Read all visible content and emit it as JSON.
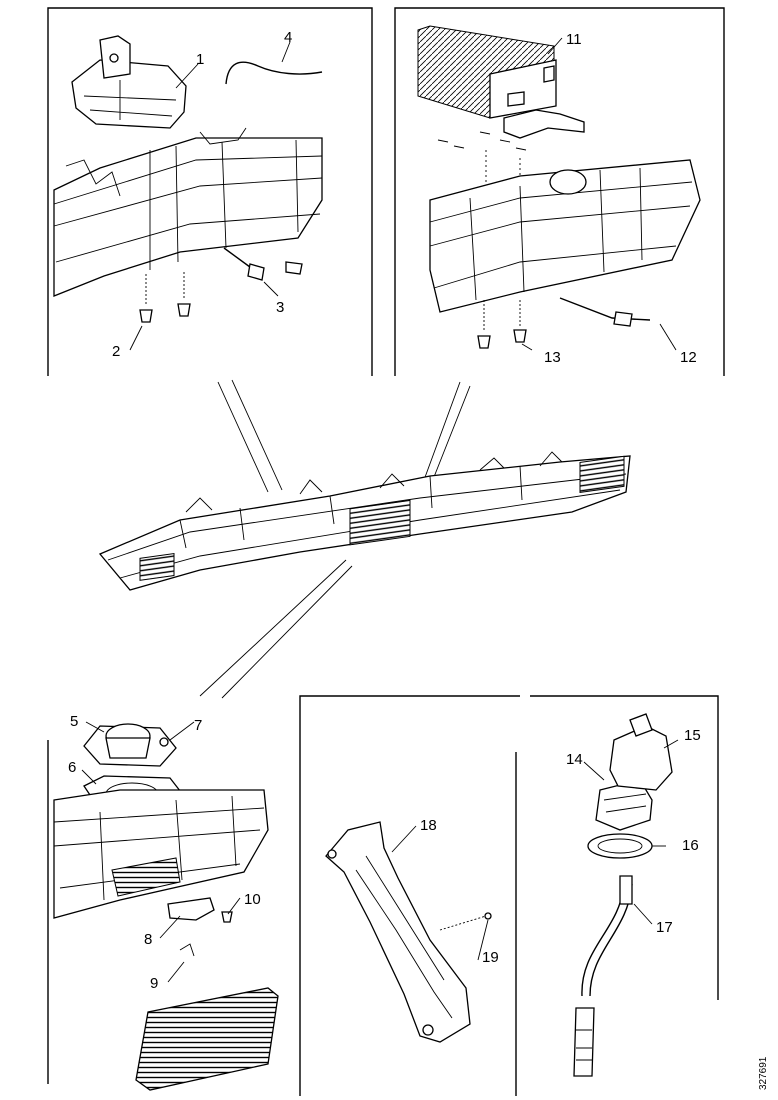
{
  "callouts": {
    "c1": "1",
    "c2": "2",
    "c3": "3",
    "c4": "4",
    "c5": "5",
    "c6": "6",
    "c7": "7",
    "c8": "8",
    "c9": "9",
    "c10": "10",
    "c11": "11",
    "c12": "12",
    "c13": "13",
    "c14": "14",
    "c15": "15",
    "c16": "16",
    "c17": "17",
    "c18": "18",
    "c19": "19"
  },
  "reference_number": "327691"
}
